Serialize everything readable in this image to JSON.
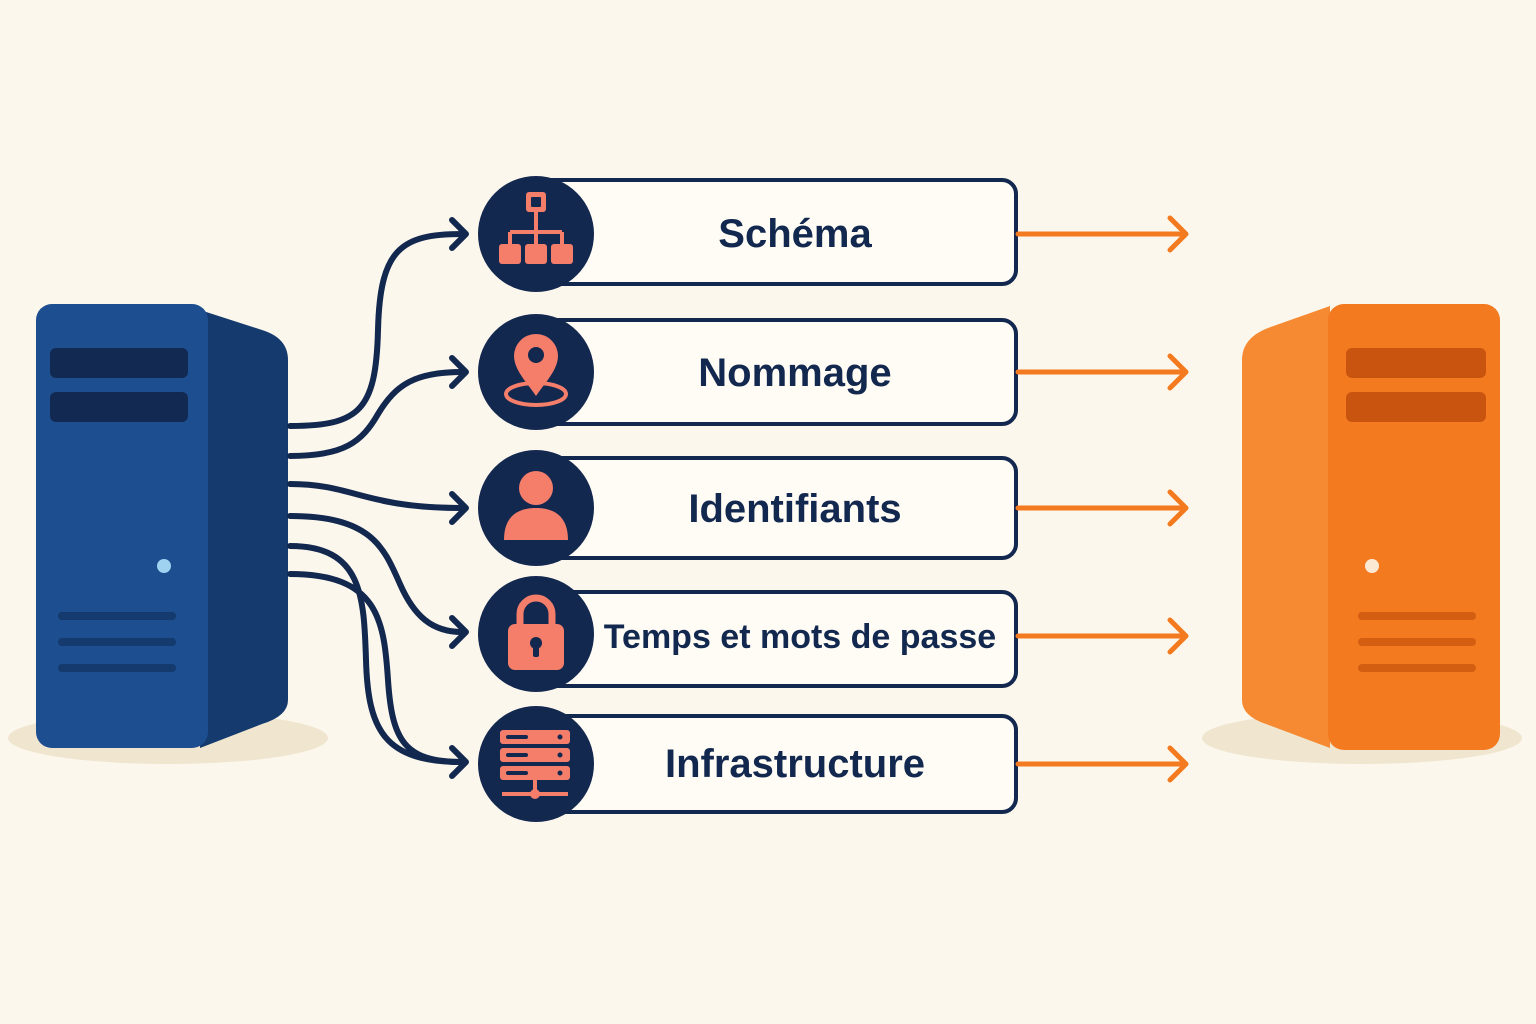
{
  "colors": {
    "background": "#fcf7ec",
    "source_server": "#1d4e8f",
    "target_server": "#f47a20",
    "connector_left": "#12284f",
    "connector_right": "#f47a20",
    "icon_circle": "#12284f",
    "icon_fill": "#f47e6a",
    "box_border": "#12284f"
  },
  "source_server": {
    "icon": "server-tower"
  },
  "target_server": {
    "icon": "server-tower"
  },
  "items": [
    {
      "label": "Schéma",
      "icon": "hierarchy-icon"
    },
    {
      "label": "Nommage",
      "icon": "location-pin-icon"
    },
    {
      "label": "Identifiants",
      "icon": "user-icon"
    },
    {
      "label": "Temps et mots de passe",
      "icon": "padlock-icon"
    },
    {
      "label": "Infrastructure",
      "icon": "server-rack-icon"
    }
  ]
}
